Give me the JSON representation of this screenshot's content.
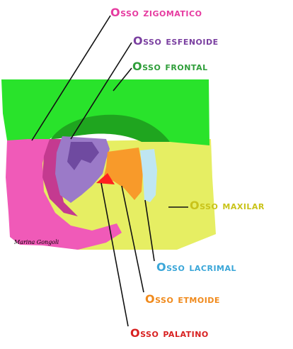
{
  "labels": {
    "zigomatico": {
      "text": "Osso zigomatico",
      "color": "#e63ba0"
    },
    "esfenoide": {
      "text": "Osso esfenoide",
      "color": "#7a3fa0"
    },
    "frontal": {
      "text": "Osso frontal",
      "color": "#2f9e3a"
    },
    "maxilar": {
      "text": "Osso maxilar",
      "color": "#c9c31a"
    },
    "lacrimal": {
      "text": "Osso lacrimal",
      "color": "#3aa6d8"
    },
    "etmoide": {
      "text": "Osso etmoide",
      "color": "#f08a1c"
    },
    "palatino": {
      "text": "Osso palatino",
      "color": "#d82020"
    }
  },
  "signature": "Marina Gongoli",
  "colors": {
    "frontal_fill": "#29e32b",
    "frontal_dark": "#1fa51f",
    "zigomatico_fill": "#f05ab8",
    "zigomatico_dark": "#c43a90",
    "esfenoide_fill": "#9b7ac8",
    "esfenoide_dark": "#6f4aa0",
    "maxilar_fill": "#e6ee63",
    "etmoide_fill": "#f89a2a",
    "lacrimal_fill": "#bfe6f2",
    "palatino_fill": "#ff2020",
    "leader_line": "#111111"
  }
}
